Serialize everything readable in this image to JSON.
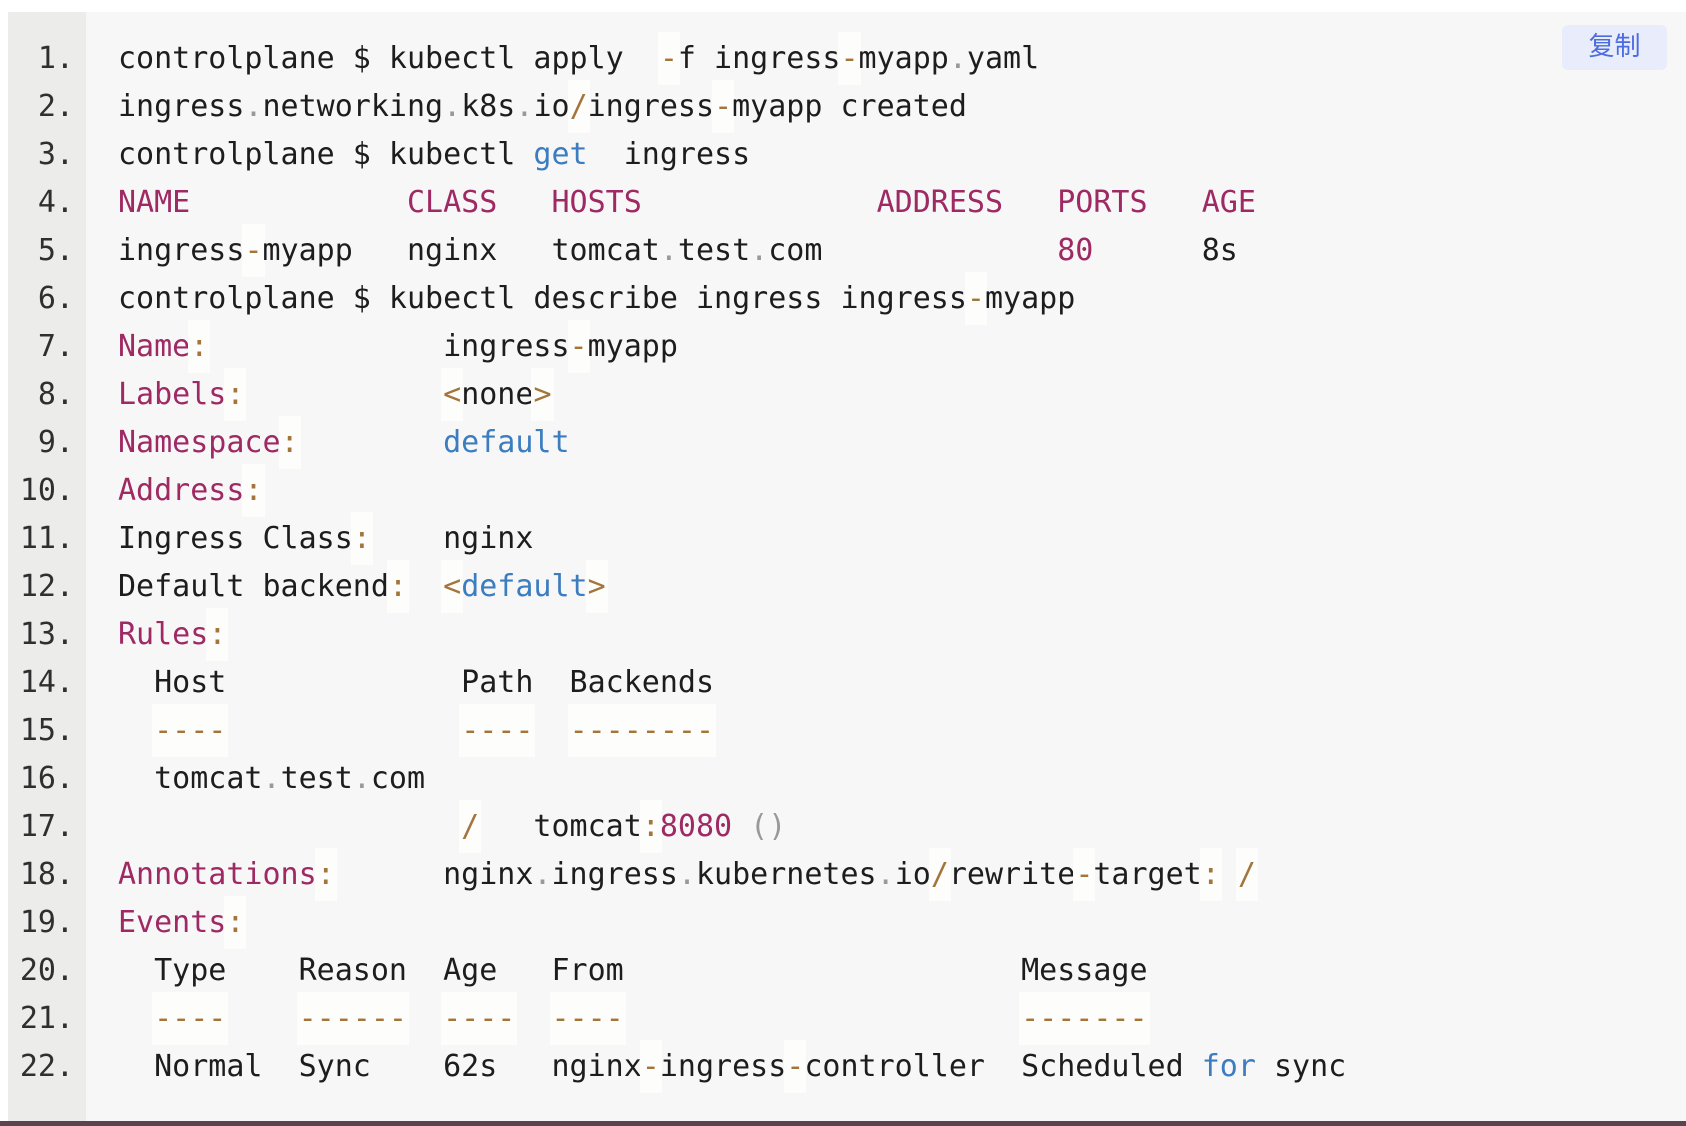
{
  "copy_button": {
    "label": "复制"
  },
  "colors": {
    "code_bg": "#f7f7f7",
    "gutter_bg": "#ececeb",
    "text": "#1d1d1d",
    "magenta": "#9e2963",
    "blue": "#3c7dc0",
    "brown": "#a3753b",
    "gray": "#999999",
    "punct_highlight_bg": "#fdfdfc",
    "button_bg": "#e9edfb",
    "button_text": "#4c6ce0",
    "bottom_bar": "#5c4350"
  },
  "code": {
    "line_count": 22,
    "lines": [
      {
        "no": "1.",
        "segments": [
          [
            "",
            "controlplane $ kubectl apply  "
          ],
          [
            "p",
            "-"
          ],
          [
            "",
            "f ingress"
          ],
          [
            "p",
            "-"
          ],
          [
            "",
            "myapp"
          ],
          [
            "g",
            "."
          ],
          [
            "",
            "yaml"
          ]
        ]
      },
      {
        "no": "2.",
        "segments": [
          [
            "",
            "ingress"
          ],
          [
            "g",
            "."
          ],
          [
            "",
            "networking"
          ],
          [
            "g",
            "."
          ],
          [
            "",
            "k8s"
          ],
          [
            "g",
            "."
          ],
          [
            "",
            "io"
          ],
          [
            "p",
            "/"
          ],
          [
            "",
            "ingress"
          ],
          [
            "p",
            "-"
          ],
          [
            "",
            "myapp created"
          ]
        ]
      },
      {
        "no": "3.",
        "segments": [
          [
            "",
            "controlplane $ kubectl "
          ],
          [
            "b",
            "get"
          ],
          [
            "",
            "  ingress"
          ]
        ]
      },
      {
        "no": "4.",
        "segments": [
          [
            "m",
            "NAME            CLASS   HOSTS             ADDRESS   PORTS   AGE"
          ]
        ]
      },
      {
        "no": "5.",
        "segments": [
          [
            "",
            "ingress"
          ],
          [
            "p",
            "-"
          ],
          [
            "",
            "myapp   nginx   tomcat"
          ],
          [
            "g",
            "."
          ],
          [
            "",
            "test"
          ],
          [
            "g",
            "."
          ],
          [
            "",
            "com             "
          ],
          [
            "m",
            "80"
          ],
          [
            "",
            "      8s"
          ]
        ]
      },
      {
        "no": "6.",
        "segments": [
          [
            "",
            "controlplane $ kubectl describe ingress ingress"
          ],
          [
            "p",
            "-"
          ],
          [
            "",
            "myapp"
          ]
        ]
      },
      {
        "no": "7.",
        "segments": [
          [
            "m",
            "Name"
          ],
          [
            "p",
            ":"
          ],
          [
            "",
            "             ingress"
          ],
          [
            "p",
            "-"
          ],
          [
            "",
            "myapp"
          ]
        ]
      },
      {
        "no": "8.",
        "segments": [
          [
            "m",
            "Labels"
          ],
          [
            "p",
            ":"
          ],
          [
            "",
            "           "
          ],
          [
            "p",
            "<"
          ],
          [
            "",
            "none"
          ],
          [
            "p",
            ">"
          ]
        ]
      },
      {
        "no": "9.",
        "segments": [
          [
            "m",
            "Namespace"
          ],
          [
            "p",
            ":"
          ],
          [
            "",
            "        "
          ],
          [
            "b",
            "default"
          ]
        ]
      },
      {
        "no": "10.",
        "segments": [
          [
            "m",
            "Address"
          ],
          [
            "p",
            ":"
          ]
        ]
      },
      {
        "no": "11.",
        "segments": [
          [
            "",
            "Ingress Class"
          ],
          [
            "p",
            ":"
          ],
          [
            "",
            "    nginx"
          ]
        ]
      },
      {
        "no": "12.",
        "segments": [
          [
            "",
            "Default backend"
          ],
          [
            "p",
            ":"
          ],
          [
            "",
            "  "
          ],
          [
            "p",
            "<"
          ],
          [
            "b",
            "default"
          ],
          [
            "p",
            ">"
          ]
        ]
      },
      {
        "no": "13.",
        "segments": [
          [
            "m",
            "Rules"
          ],
          [
            "p",
            ":"
          ]
        ]
      },
      {
        "no": "14.",
        "segments": [
          [
            "",
            "  Host             Path  Backends"
          ]
        ]
      },
      {
        "no": "15.",
        "segments": [
          [
            "",
            "  "
          ],
          [
            "p",
            "----"
          ],
          [
            "",
            "             "
          ],
          [
            "p",
            "----"
          ],
          [
            "",
            "  "
          ],
          [
            "p",
            "--------"
          ]
        ]
      },
      {
        "no": "16.",
        "segments": [
          [
            "",
            "  tomcat"
          ],
          [
            "g",
            "."
          ],
          [
            "",
            "test"
          ],
          [
            "g",
            "."
          ],
          [
            "",
            "com"
          ]
        ]
      },
      {
        "no": "17.",
        "segments": [
          [
            "",
            "                   "
          ],
          [
            "p",
            "/"
          ],
          [
            "",
            "   tomcat"
          ],
          [
            "p",
            ":"
          ],
          [
            "m",
            "8080"
          ],
          [
            "",
            " "
          ],
          [
            "g",
            "()"
          ]
        ]
      },
      {
        "no": "18.",
        "segments": [
          [
            "m",
            "Annotations"
          ],
          [
            "p",
            ":"
          ],
          [
            "",
            "      nginx"
          ],
          [
            "g",
            "."
          ],
          [
            "",
            "ingress"
          ],
          [
            "g",
            "."
          ],
          [
            "",
            "kubernetes"
          ],
          [
            "g",
            "."
          ],
          [
            "",
            "io"
          ],
          [
            "p",
            "/"
          ],
          [
            "",
            "rewrite"
          ],
          [
            "p",
            "-"
          ],
          [
            "",
            "target"
          ],
          [
            "p",
            ":"
          ],
          [
            "",
            " "
          ],
          [
            "p",
            "/"
          ]
        ]
      },
      {
        "no": "19.",
        "segments": [
          [
            "m",
            "Events"
          ],
          [
            "p",
            ":"
          ]
        ]
      },
      {
        "no": "20.",
        "segments": [
          [
            "",
            "  Type    Reason  Age   From                      Message"
          ]
        ]
      },
      {
        "no": "21.",
        "segments": [
          [
            "",
            "  "
          ],
          [
            "p",
            "----"
          ],
          [
            "",
            "    "
          ],
          [
            "p",
            "------"
          ],
          [
            "",
            "  "
          ],
          [
            "p",
            "----"
          ],
          [
            "",
            "  "
          ],
          [
            "p",
            "----"
          ],
          [
            "",
            "                      "
          ],
          [
            "p",
            "-------"
          ]
        ]
      },
      {
        "no": "22.",
        "segments": [
          [
            "",
            "  Normal  Sync    62s   nginx"
          ],
          [
            "p",
            "-"
          ],
          [
            "",
            "ingress"
          ],
          [
            "p",
            "-"
          ],
          [
            "",
            "controller  Scheduled "
          ],
          [
            "b",
            "for"
          ],
          [
            "",
            " sync"
          ]
        ]
      }
    ]
  }
}
